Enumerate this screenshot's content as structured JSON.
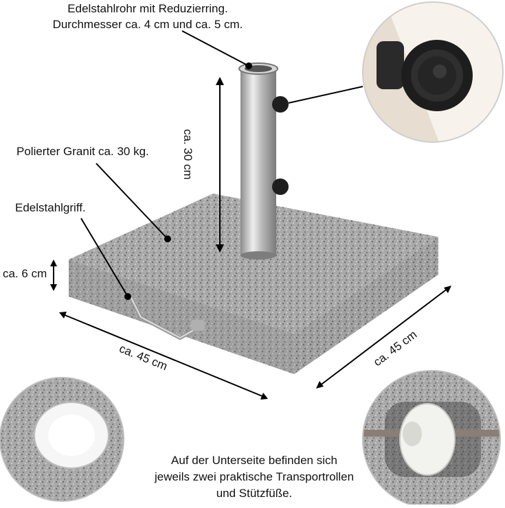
{
  "annotations": {
    "tube_line1": "Edelstahlrohr mit Reduzierring.",
    "tube_line2": "Durchmesser ca. 4 cm und ca. 5 cm.",
    "granite": "Polierter Granit ca. 30 kg.",
    "handle": "Edelstahlgriff.",
    "height_tube": "ca. 30 cm",
    "height_base": "ca. 6 cm",
    "width_left": "ca. 45 cm",
    "width_right": "ca. 45 cm",
    "bottom_line1": "Auf der Unterseite befinden sich",
    "bottom_line2": "jeweils zwei praktische Transportrollen",
    "bottom_line3": "und Stützfüße."
  },
  "colors": {
    "granite": "#a9a9a9",
    "steel": "#c4c4c4",
    "knob": "#1e1e1e",
    "text": "#111111"
  }
}
